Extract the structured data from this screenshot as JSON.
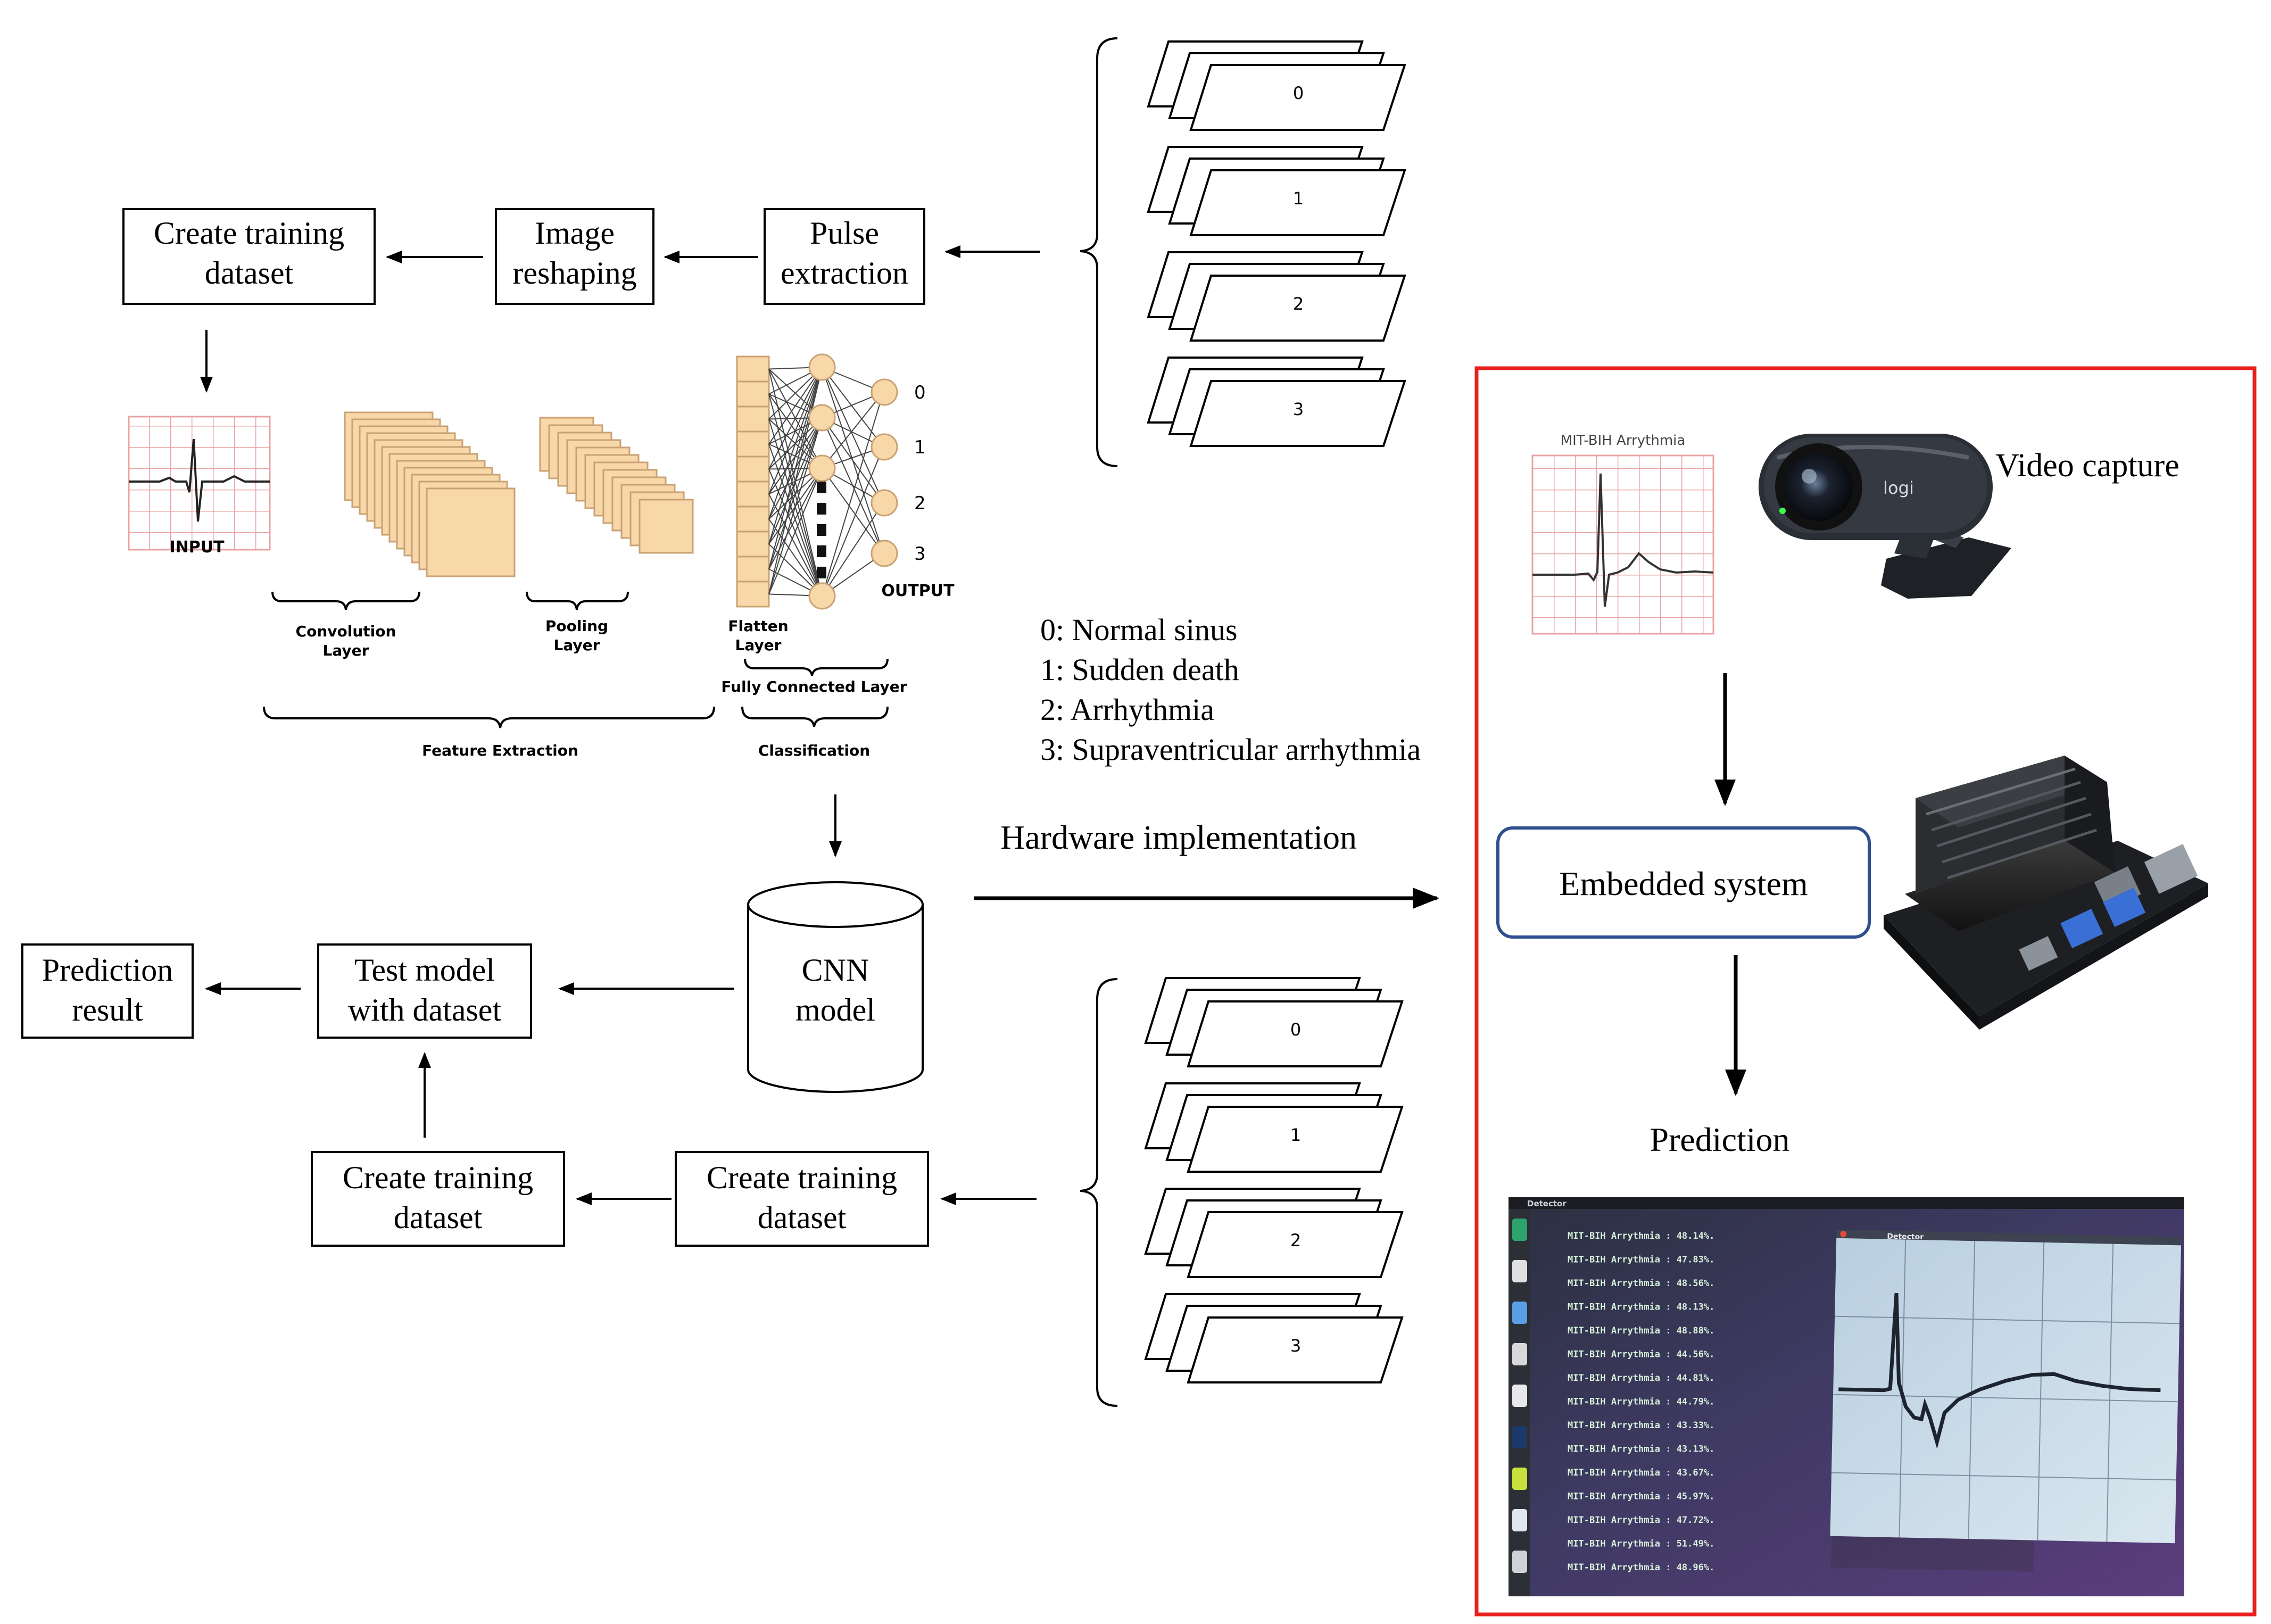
{
  "pipeline": {
    "create_training_top": [
      "Create training",
      "dataset"
    ],
    "image_reshaping": [
      "Image",
      "reshaping"
    ],
    "pulse_extraction": [
      "Pulse",
      "extraction"
    ],
    "cnn_model": [
      "CNN",
      "model"
    ],
    "test_model": [
      "Test model",
      "with dataset"
    ],
    "prediction_result": [
      "Prediction",
      "result"
    ],
    "create_training_bottom_left": [
      "Create training",
      "dataset"
    ],
    "create_training_bottom_right": [
      "Create training",
      "dataset"
    ]
  },
  "cnn": {
    "input_label": "INPUT",
    "convolution_label": [
      "Convolution",
      "Layer"
    ],
    "pooling_label": [
      "Pooling",
      "Layer"
    ],
    "flatten_label": [
      "Flatten",
      "Layer"
    ],
    "fully_connected_label": "Fully Connected Layer",
    "output_label": "OUTPUT",
    "output_nodes": [
      "0",
      "1",
      "2",
      "3"
    ],
    "feature_extraction_label": "Feature Extraction",
    "classification_label": "Classification"
  },
  "frame_stacks": {
    "top": [
      "0",
      "1",
      "2",
      "3"
    ],
    "bottom": [
      "0",
      "1",
      "2",
      "3"
    ]
  },
  "legend": {
    "classes": [
      "0: Normal sinus",
      "1: Sudden death",
      "2: Arrhythmia",
      "3: Supraventricular arrhythmia"
    ]
  },
  "hardware_label": "Hardware implementation",
  "hardware": {
    "ecg_title": "MIT-BIH Arrythmia",
    "webcam_brand": "logi",
    "video_capture": "Video capture",
    "embedded_system": "Embedded system",
    "prediction": "Prediction",
    "frame_color": "#e8211e",
    "embedded_border_color": "#2f4f8f",
    "screen": {
      "window_title": "Detector",
      "plot_title": "Detector",
      "log_lines": [
        "MIT-BIH Arrythmia : 48.14%.",
        "MIT-BIH Arrythmia : 47.83%.",
        "MIT-BIH Arrythmia : 48.56%.",
        "MIT-BIH Arrythmia : 48.13%.",
        "MIT-BIH Arrythmia : 48.88%.",
        "MIT-BIH Arrythmia : 44.56%.",
        "MIT-BIH Arrythmia : 44.81%.",
        "MIT-BIH Arrythmia : 44.79%.",
        "MIT-BIH Arrythmia : 43.33%.",
        "MIT-BIH Arrythmia : 43.13%.",
        "MIT-BIH Arrythmia : 43.67%.",
        "MIT-BIH Arrythmia : 45.97%.",
        "MIT-BIH Arrythmia : 47.72%.",
        "MIT-BIH Arrythmia : 51.49%.",
        "MIT-BIH Arrythmia : 48.96%."
      ]
    }
  }
}
